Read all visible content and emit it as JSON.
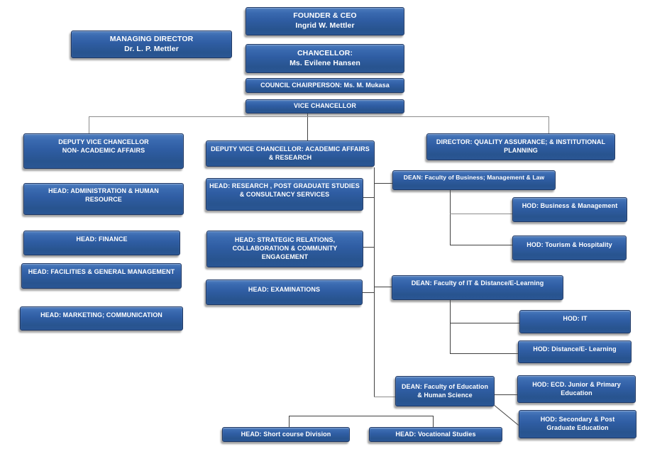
{
  "diagram_title": "University Organizational Chart",
  "colors": {
    "box_fill_top": "#4d7cbe",
    "box_fill_bottom": "#28548f",
    "box_border": "#1f3864",
    "box_text": "#ffffff",
    "connector_gray": "#8c8c8c",
    "connector_dark": "#404040",
    "background": "#ffffff"
  },
  "nodes": {
    "founder_ceo": {
      "lines": [
        "FOUNDER & CEO",
        "Ingrid W. Mettler"
      ]
    },
    "managing_director": {
      "lines": [
        "MANAGING DIRECTOR",
        "Dr. L. P. Mettler"
      ]
    },
    "chancellor": {
      "lines": [
        "CHANCELLOR:",
        "Ms. Evilene Hansen"
      ]
    },
    "council_chairperson": {
      "lines": [
        "COUNCIL CHAIRPERSON: Ms. M. Mukasa"
      ]
    },
    "vice_chancellor": {
      "lines": [
        "VICE CHANCELLOR"
      ]
    },
    "dvc_non_academic": {
      "lines": [
        "DEPUTY VICE CHANCELLOR",
        "NON- ACADEMIC AFFAIRS"
      ]
    },
    "dvc_academic": {
      "lines": [
        "DEPUTY VICE CHANCELLOR: ACADEMIC AFFAIRS",
        "& RESEARCH"
      ]
    },
    "director_qa": {
      "lines": [
        "DIRECTOR: QUALITY ASSURANCE; & INSTITUTIONAL",
        "PLANNING"
      ]
    },
    "head_admin": {
      "lines": [
        "HEAD: ADMINISTRATION  & HUMAN",
        "RESOURCE"
      ]
    },
    "head_finance": {
      "lines": [
        "HEAD: FINANCE"
      ]
    },
    "head_facilities": {
      "lines": [
        "HEAD: FACILITIES & GENERAL MANAGEMENT"
      ]
    },
    "head_marketing": {
      "lines": [
        "HEAD: MARKETING; COMMUNICATION"
      ]
    },
    "head_research": {
      "lines": [
        "HEAD: RESEARCH , POST GRADUATE STUDIES",
        "& CONSULTANCY SERVICES"
      ]
    },
    "head_strategic": {
      "lines": [
        "HEAD: STRATEGIC RELATIONS,",
        "COLLABORATION & COMMUNITY",
        "ENGAGEMENT"
      ]
    },
    "head_examinations": {
      "lines": [
        "HEAD: EXAMINATIONS"
      ]
    },
    "dean_business": {
      "lines": [
        "DEAN: Faculty of Business; Management & Law"
      ]
    },
    "hod_business": {
      "lines": [
        "HOD: Business & Management"
      ]
    },
    "hod_tourism": {
      "lines": [
        "HOD: Tourism & Hospitality"
      ]
    },
    "dean_it": {
      "lines": [
        "DEAN: Faculty of IT & Distance/E-Learning"
      ]
    },
    "hod_it": {
      "lines": [
        "HOD: IT"
      ]
    },
    "hod_distance": {
      "lines": [
        "HOD: Distance/E- Learning"
      ]
    },
    "dean_education": {
      "lines": [
        "DEAN: Faculty of Education",
        "& Human Science"
      ]
    },
    "hod_ecd": {
      "lines": [
        "HOD:  ECD. Junior & Primary",
        "Education"
      ]
    },
    "hod_secondary": {
      "lines": [
        "HOD:  Secondary & Post",
        "Graduate Education"
      ]
    },
    "head_shortcourse": {
      "lines": [
        "HEAD: Short course Division"
      ]
    },
    "head_vocational": {
      "lines": [
        "HEAD: Vocational Studies"
      ]
    }
  }
}
